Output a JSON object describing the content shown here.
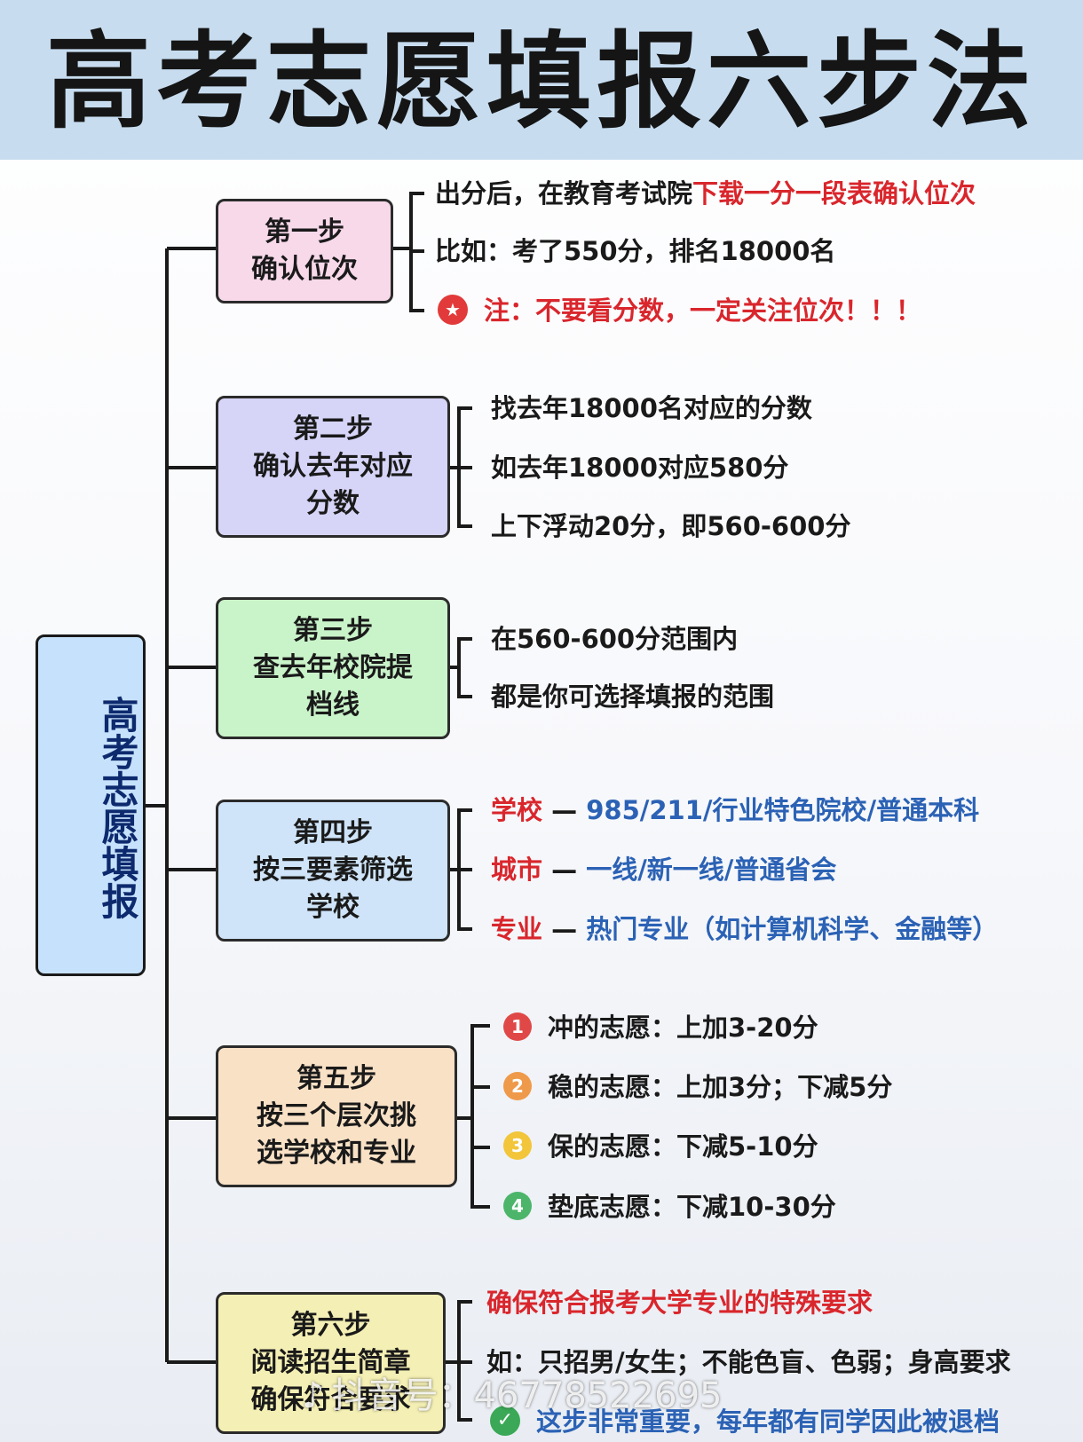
{
  "title": "高考志愿填报六步法",
  "root": "高考志愿填报",
  "steps": [
    {
      "name_lines": [
        "第一步",
        "确认位次"
      ],
      "bg": "#f7d9ea",
      "items": [
        {
          "parts": [
            {
              "t": "出分后，在教育考试院"
            },
            {
              "t": "下载一分一段表确认位次",
              "c": "red"
            }
          ]
        },
        {
          "parts": [
            {
              "t": "比如：考了550分，排名18000名"
            }
          ]
        },
        {
          "icon": "star-icon",
          "parts": [
            {
              "t": "注：不要看分数，一定关注位次！！！",
              "c": "red"
            }
          ]
        }
      ]
    },
    {
      "name_lines": [
        "第二步",
        "确认去年对应",
        "分数"
      ],
      "bg": "#d6d5f8",
      "items": [
        {
          "parts": [
            {
              "t": "找去年18000名对应的分数"
            }
          ]
        },
        {
          "parts": [
            {
              "t": "如去年18000对应580分"
            }
          ]
        },
        {
          "parts": [
            {
              "t": "上下浮动20分，即560-600分"
            }
          ]
        }
      ]
    },
    {
      "name_lines": [
        "第三步",
        "查去年校院提",
        "档线"
      ],
      "bg": "#c9f3c9",
      "items": [
        {
          "parts": [
            {
              "t": "在560-600分范围内"
            }
          ]
        },
        {
          "parts": [
            {
              "t": "都是你可选择填报的范围"
            }
          ]
        }
      ]
    },
    {
      "name_lines": [
        "第四步",
        "按三要素筛选",
        "学校"
      ],
      "bg": "#cfe4f8",
      "items": [
        {
          "parts": [
            {
              "t": "学校",
              "c": "red"
            },
            {
              "t": " — "
            },
            {
              "t": "985/211/行业特色院校/普通本科",
              "c": "blue"
            }
          ]
        },
        {
          "parts": [
            {
              "t": "城市",
              "c": "red"
            },
            {
              "t": " — "
            },
            {
              "t": "一线/新一线/普通省会",
              "c": "blue"
            }
          ]
        },
        {
          "parts": [
            {
              "t": "专业",
              "c": "red"
            },
            {
              "t": " — "
            },
            {
              "t": "热门专业（如计算机科学、金融等）",
              "c": "blue"
            }
          ]
        }
      ]
    },
    {
      "name_lines": [
        "第五步",
        "按三个层次挑",
        "选学校和专业"
      ],
      "bg": "#f9e1c6",
      "items": [
        {
          "num": "1",
          "num_color": "#e04848",
          "parts": [
            {
              "t": "冲的志愿：上加3-20分"
            }
          ]
        },
        {
          "num": "2",
          "num_color": "#ee9a4a",
          "parts": [
            {
              "t": "稳的志愿：上加3分；下减5分"
            }
          ]
        },
        {
          "num": "3",
          "num_color": "#f2c53a",
          "parts": [
            {
              "t": "保的志愿：下减5-10分"
            }
          ]
        },
        {
          "num": "4",
          "num_color": "#4cb56a",
          "parts": [
            {
              "t": "垫底志愿：下减10-30分"
            }
          ]
        }
      ]
    },
    {
      "name_lines": [
        "第六步",
        "阅读招生简章",
        "确保符合要求"
      ],
      "bg": "#f4efb4",
      "items": [
        {
          "parts": [
            {
              "t": "确保符合报考大学专业的特殊要求",
              "c": "red"
            }
          ]
        },
        {
          "parts": [
            {
              "t": "如：只招男/女生；不能色盲、色弱；身高要求"
            }
          ]
        },
        {
          "icon": "check-icon",
          "parts": [
            {
              "t": "这步非常重要，每年都有同学因此被退档",
              "c": "blue"
            }
          ]
        }
      ]
    }
  ],
  "watermark": "抖音号：46778522695"
}
